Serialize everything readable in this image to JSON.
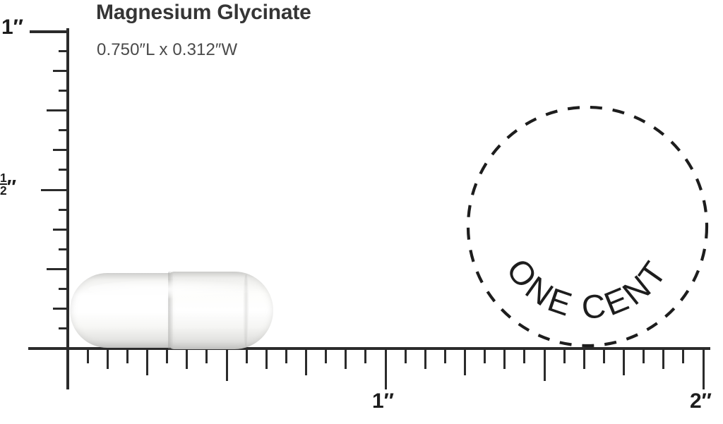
{
  "product": {
    "name": "Magnesium Glycinate",
    "dimensions": "0.750″L x 0.312″W",
    "length_in": 0.75,
    "width_in": 0.312,
    "shape": "capsule",
    "color": "white"
  },
  "ruler": {
    "vertical": {
      "labels": [
        {
          "text": "1″",
          "value_in": 1.0
        },
        {
          "text": "½″",
          "value_in": 0.5
        }
      ],
      "range_in": [
        0,
        1
      ],
      "minor_division_in": 0.0625
    },
    "horizontal": {
      "labels": [
        {
          "text": "1″",
          "value_in": 1.0
        },
        {
          "text": "2″",
          "value_in": 2.0
        }
      ],
      "range_in": [
        0,
        2
      ],
      "minor_division_in": 0.0625
    },
    "unit_symbol": "″"
  },
  "reference_coin": {
    "legend": "ONE CENT",
    "letters": [
      "O",
      "N",
      "E",
      " ",
      "C",
      "E",
      "N",
      "T"
    ],
    "diameter_in": 0.75,
    "outline_style": "dashed"
  },
  "colors": {
    "title": "#353535",
    "subtitle": "#4a4a4a",
    "ruler": "#2b2b2b",
    "label": "#1d1d1d",
    "background": "#ffffff",
    "capsule": "#ffffff"
  }
}
